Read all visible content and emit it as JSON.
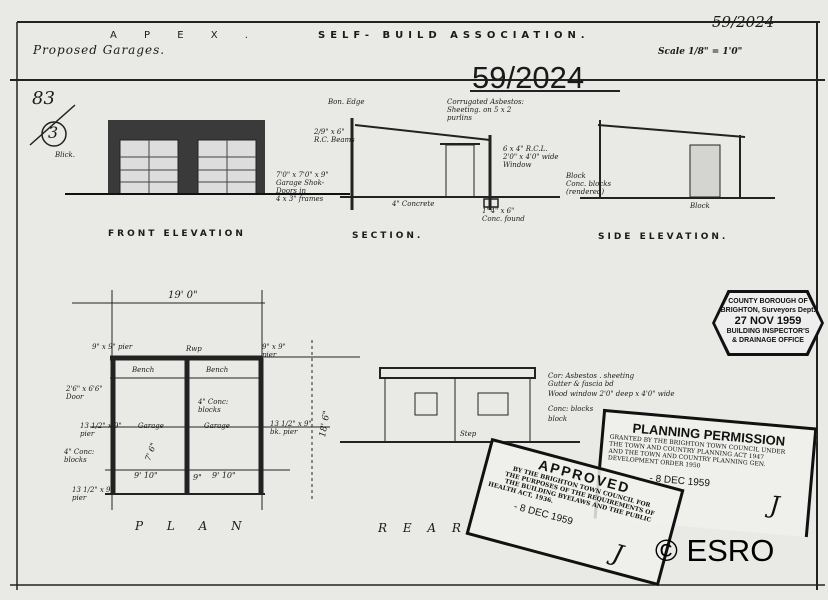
{
  "title_block": {
    "client": "A P E X .",
    "association": "SELF- BUILD     ASSOCIATION.",
    "subject": "Proposed   Garages.",
    "ref_handwritten": "59/2024",
    "scale": "Scale 1/8\" = 1'0\"",
    "ref_stamped": "59/2024",
    "sheet_number": "83",
    "sheet_circle": "3"
  },
  "views": {
    "front_elevation": "FRONT  ELEVATION",
    "section": "SECTION.",
    "side_elevation": "SIDE  ELEVATION.",
    "plan": "P L A N",
    "rear": "R E A R"
  },
  "annotations": {
    "front_blockwork": "Blick.",
    "garage_doors": [
      "7'0\" x 7'0\" x 9\"",
      "Garage Shok-",
      "Doors in",
      "4 x 3\" frames"
    ],
    "bon_edge": "Bon. Edge",
    "rc_beam": [
      "2/9\" x 6\"",
      "R.C. Beams"
    ],
    "roof": [
      "Corrugated Asbestos:",
      "Sheeting.  on 5 x 2",
      "purlins"
    ],
    "rcl": "6 x 4\" R.C.L.",
    "window": [
      "2'0\" x 4'0\" wide",
      "Window"
    ],
    "concrete": "4\" Concrete",
    "conc_found": [
      "1' 4\" x 6\"",
      "Conc. found"
    ],
    "side_block": [
      "Block",
      "Conc. blocks",
      "(rendered)"
    ],
    "side_block2": "Block",
    "rear_notes": [
      "Cor: Asbestos . sheeting",
      "Gutter & fascia bd",
      "Wood window  2'0\" deep x 4'0\" wide",
      "Conc: blocks",
      "block"
    ],
    "rear_step": "Step",
    "plan_overall": "19' 0\"",
    "plan_depth": "18' 6\"",
    "plan_pier_tl": "9\" x 9\" pier",
    "plan_pier_tr": "9\" x 9\" pier",
    "plan_rwp": "Rwp",
    "plan_bench": "Bench",
    "plan_door": [
      "2'6\" x 6'6\"",
      "Door"
    ],
    "plan_pier_mid": [
      "13 1/2\" x 9\"",
      "pier"
    ],
    "plan_conc_blocks_l": [
      "4\" Conc:",
      "blocks"
    ],
    "plan_pier_bl": [
      "13 1/2\" x 9\"",
      "pier"
    ],
    "plan_garage": "Garage",
    "plan_conc_blocks_c": [
      "4\" Conc:",
      "blocks"
    ],
    "plan_pier_r": [
      "13 1/2\" x 9\"",
      "bk. pier"
    ],
    "plan_width_l": "9' 10\"",
    "plan_width_r": "9' 10\"",
    "plan_mid_wall": "9\"",
    "plan_door_width": "7' 6\""
  },
  "stamps": {
    "county": [
      "COUNTY BOROUGH OF",
      "BRIGHTON, Surveyors Dept.",
      "27 NOV 1959",
      "BUILDING INSPECTOR'S",
      "& DRAINAGE OFFICE"
    ],
    "planning": {
      "title": "PLANNING PERMISSION",
      "body": [
        "GRANTED BY THE BRIGHTON TOWN COUNCIL UNDER",
        "THE TOWN AND COUNTRY PLANNING ACT 1947",
        "AND THE TOWN AND COUNTRY PLANNING GEN.",
        "DEVELOPMENT ORDER 1950"
      ],
      "date": "- 8 DEC 1959"
    },
    "approved": {
      "title": "APPROVED",
      "body": [
        "BY THE BRIGHTON TOWN COUNCIL FOR",
        "THE PURPOSES OF THE REQUIREMENTS OF",
        "THE BUILDING BYELAWS AND THE PUBLIC",
        "HEALTH ACT, 1936."
      ],
      "date": "- 8 DEC 1959"
    }
  },
  "watermark": "© ESRO"
}
